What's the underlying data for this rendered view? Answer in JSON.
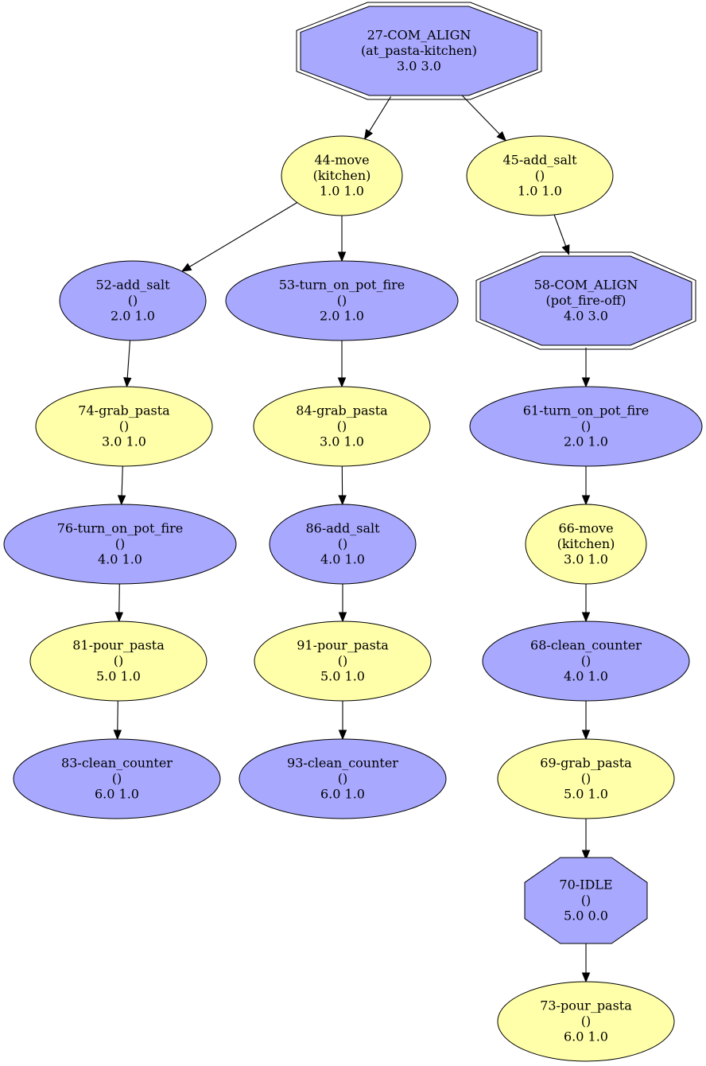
{
  "colors": {
    "blue_fill": "#a8a8ff",
    "yellow_fill": "#ffffaa",
    "stroke": "#000000"
  },
  "nodes": [
    {
      "id": "n27",
      "shape": "double-octagon",
      "fill": "blue",
      "lines": [
        "27-COM_ALIGN",
        "(at_pasta-kitchen)",
        "3.0 3.0"
      ]
    },
    {
      "id": "n44",
      "shape": "ellipse",
      "fill": "yellow",
      "lines": [
        "44-move",
        "(kitchen)",
        "1.0 1.0"
      ]
    },
    {
      "id": "n45",
      "shape": "ellipse",
      "fill": "yellow",
      "lines": [
        "45-add_salt",
        "()",
        "1.0 1.0"
      ]
    },
    {
      "id": "n52",
      "shape": "ellipse",
      "fill": "blue",
      "lines": [
        "52-add_salt",
        "()",
        "2.0 1.0"
      ]
    },
    {
      "id": "n53",
      "shape": "ellipse",
      "fill": "blue",
      "lines": [
        "53-turn_on_pot_fire",
        "()",
        "2.0 1.0"
      ]
    },
    {
      "id": "n58",
      "shape": "double-octagon",
      "fill": "blue",
      "lines": [
        "58-COM_ALIGN",
        "(pot_fire-off)",
        "4.0 3.0"
      ]
    },
    {
      "id": "n74",
      "shape": "ellipse",
      "fill": "yellow",
      "lines": [
        "74-grab_pasta",
        "()",
        "3.0 1.0"
      ]
    },
    {
      "id": "n84",
      "shape": "ellipse",
      "fill": "yellow",
      "lines": [
        "84-grab_pasta",
        "()",
        "3.0 1.0"
      ]
    },
    {
      "id": "n61",
      "shape": "ellipse",
      "fill": "blue",
      "lines": [
        "61-turn_on_pot_fire",
        "()",
        "2.0 1.0"
      ]
    },
    {
      "id": "n76",
      "shape": "ellipse",
      "fill": "blue",
      "lines": [
        "76-turn_on_pot_fire",
        "()",
        "4.0 1.0"
      ]
    },
    {
      "id": "n86",
      "shape": "ellipse",
      "fill": "blue",
      "lines": [
        "86-add_salt",
        "()",
        "4.0 1.0"
      ]
    },
    {
      "id": "n66",
      "shape": "ellipse",
      "fill": "yellow",
      "lines": [
        "66-move",
        "(kitchen)",
        "3.0 1.0"
      ]
    },
    {
      "id": "n81",
      "shape": "ellipse",
      "fill": "yellow",
      "lines": [
        "81-pour_pasta",
        "()",
        "5.0 1.0"
      ]
    },
    {
      "id": "n91",
      "shape": "ellipse",
      "fill": "yellow",
      "lines": [
        "91-pour_pasta",
        "()",
        "5.0 1.0"
      ]
    },
    {
      "id": "n68",
      "shape": "ellipse",
      "fill": "blue",
      "lines": [
        "68-clean_counter",
        "()",
        "4.0 1.0"
      ]
    },
    {
      "id": "n83",
      "shape": "ellipse",
      "fill": "blue",
      "lines": [
        "83-clean_counter",
        "()",
        "6.0 1.0"
      ]
    },
    {
      "id": "n93",
      "shape": "ellipse",
      "fill": "blue",
      "lines": [
        "93-clean_counter",
        "()",
        "6.0 1.0"
      ]
    },
    {
      "id": "n69",
      "shape": "ellipse",
      "fill": "yellow",
      "lines": [
        "69-grab_pasta",
        "()",
        "5.0 1.0"
      ]
    },
    {
      "id": "n70",
      "shape": "octagon",
      "fill": "blue",
      "lines": [
        "70-IDLE",
        "()",
        "5.0 0.0"
      ]
    },
    {
      "id": "n73",
      "shape": "ellipse",
      "fill": "yellow",
      "lines": [
        "73-pour_pasta",
        "()",
        "6.0 1.0"
      ]
    }
  ],
  "edges": [
    {
      "from": "n27",
      "to": "n44"
    },
    {
      "from": "n27",
      "to": "n45"
    },
    {
      "from": "n44",
      "to": "n52"
    },
    {
      "from": "n44",
      "to": "n53"
    },
    {
      "from": "n45",
      "to": "n58"
    },
    {
      "from": "n52",
      "to": "n74"
    },
    {
      "from": "n53",
      "to": "n84"
    },
    {
      "from": "n58",
      "to": "n61"
    },
    {
      "from": "n74",
      "to": "n76"
    },
    {
      "from": "n84",
      "to": "n86"
    },
    {
      "from": "n61",
      "to": "n66"
    },
    {
      "from": "n76",
      "to": "n81"
    },
    {
      "from": "n86",
      "to": "n91"
    },
    {
      "from": "n66",
      "to": "n68"
    },
    {
      "from": "n81",
      "to": "n83"
    },
    {
      "from": "n91",
      "to": "n93"
    },
    {
      "from": "n68",
      "to": "n69"
    },
    {
      "from": "n69",
      "to": "n70"
    },
    {
      "from": "n70",
      "to": "n73"
    }
  ]
}
